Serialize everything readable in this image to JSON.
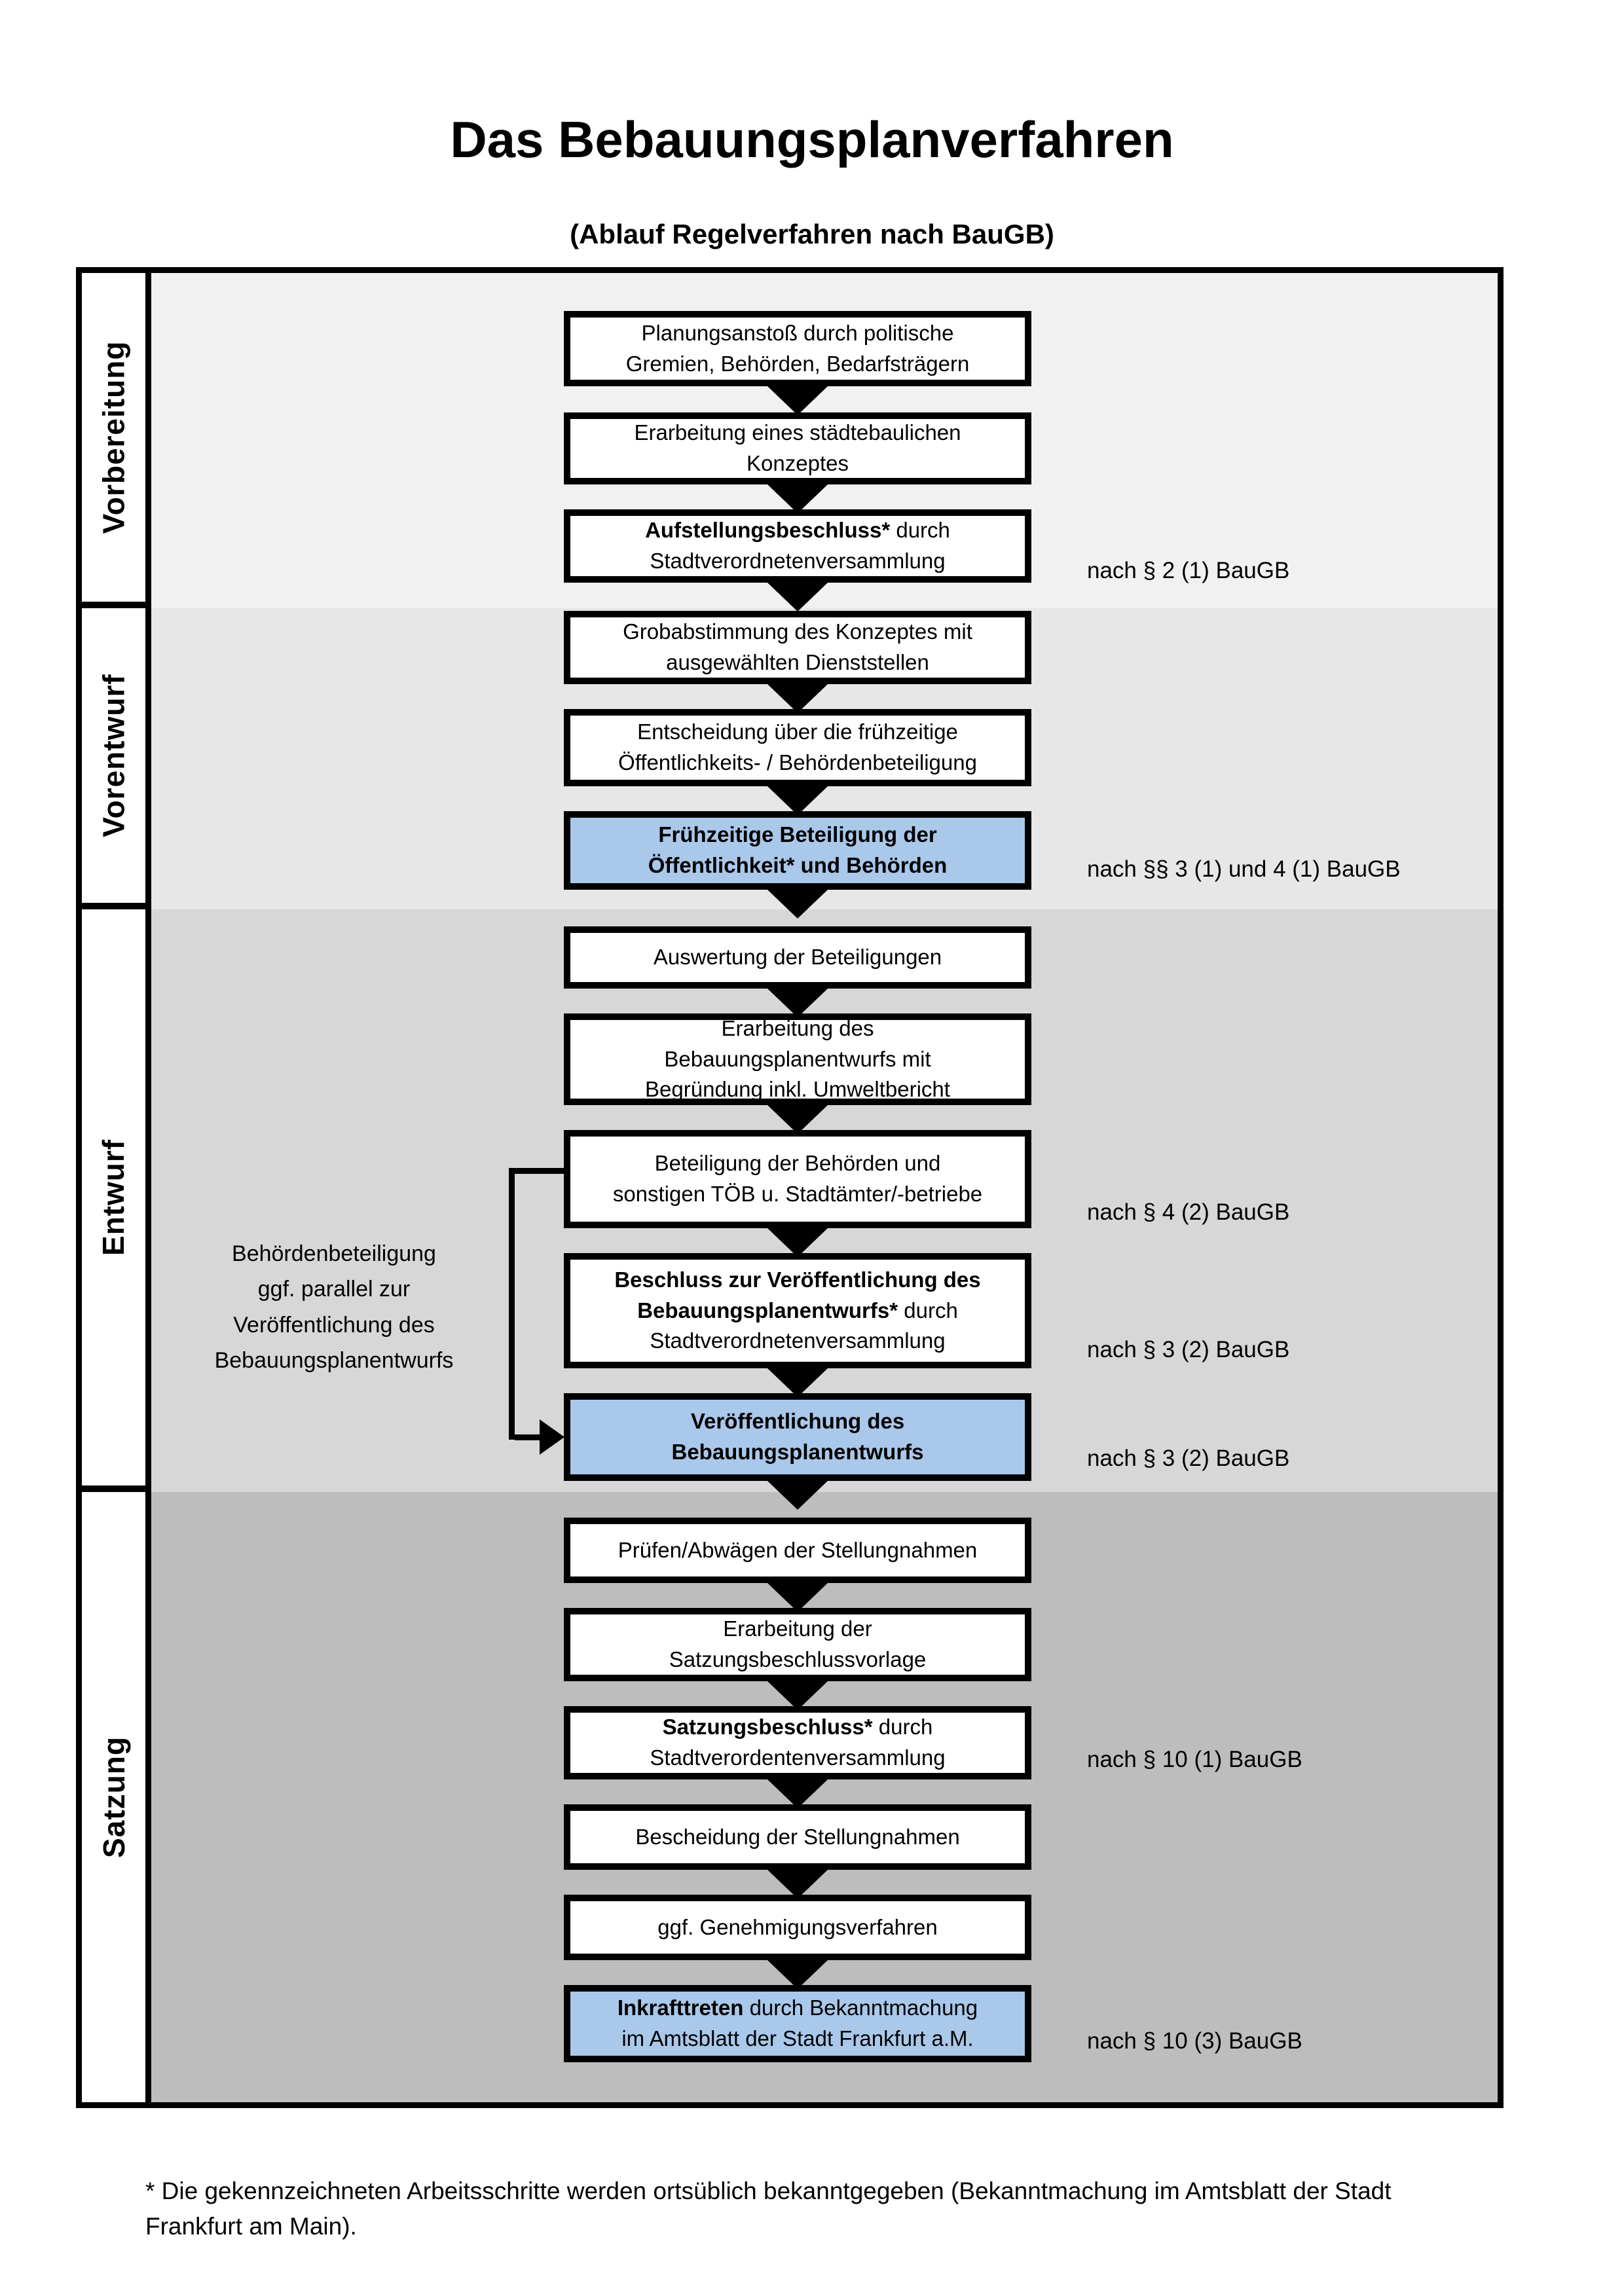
{
  "title": "Das Bebauungsplanverfahren",
  "subtitle": "(Ablauf Regelverfahren nach BauGB)",
  "colors": {
    "highlight_blue": "#a9c8ea",
    "section_bg_vorbereitung": "#f1f1f1",
    "section_bg_vorentwurf": "#e7e7e7",
    "section_bg_entwurf": "#d7d7d7",
    "section_bg_satzung": "#bdbdbd",
    "border": "#000000"
  },
  "icons": {
    "flow_arrow": "arrow-down",
    "connector_arrow": "arrow-right"
  },
  "sections": [
    {
      "label": "Vorbereitung"
    },
    {
      "label": "Vorentwurf"
    },
    {
      "label": "Entwurf"
    },
    {
      "label": "Satzung"
    }
  ],
  "boxes": [
    {
      "name": "planungsanstoss",
      "section": "Vorbereitung",
      "highlighted": false,
      "lines": [
        [
          {
            "text": "Planungsanstoß durch politische",
            "bold": false
          }
        ],
        [
          {
            "text": "Gremien, Behörden, Bedarfsträgern",
            "bold": false
          }
        ]
      ]
    },
    {
      "name": "staedtebauliches-konzept",
      "section": "Vorbereitung",
      "highlighted": false,
      "lines": [
        [
          {
            "text": "Erarbeitung eines städtebaulichen",
            "bold": false
          }
        ],
        [
          {
            "text": "Konzeptes",
            "bold": false
          }
        ]
      ]
    },
    {
      "name": "aufstellungsbeschluss",
      "section": "Vorbereitung",
      "highlighted": false,
      "lines": [
        [
          {
            "text": "Aufstellungsbeschluss*",
            "bold": true
          },
          {
            "text": " durch",
            "bold": false
          }
        ],
        [
          {
            "text": "Stadtverordnetenversammlung",
            "bold": false
          }
        ]
      ]
    },
    {
      "name": "grobabstimmung",
      "section": "Vorentwurf",
      "highlighted": false,
      "lines": [
        [
          {
            "text": "Grobabstimmung des Konzeptes mit",
            "bold": false
          }
        ],
        [
          {
            "text": "ausgewählten Dienststellen",
            "bold": false
          }
        ]
      ]
    },
    {
      "name": "entscheidung-fruehzeitige-beteiligung",
      "section": "Vorentwurf",
      "highlighted": false,
      "lines": [
        [
          {
            "text": "Entscheidung über die frühzeitige",
            "bold": false
          }
        ],
        [
          {
            "text": "Öffentlichkeits- / Behördenbeteiligung",
            "bold": false
          }
        ]
      ]
    },
    {
      "name": "fruehzeitige-beteiligung",
      "section": "Vorentwurf",
      "highlighted": true,
      "lines": [
        [
          {
            "text": "Frühzeitige Beteiligung der",
            "bold": true
          }
        ],
        [
          {
            "text": "Öffentlichkeit* und Behörden",
            "bold": true
          }
        ]
      ]
    },
    {
      "name": "auswertung-beteiligungen",
      "section": "Entwurf",
      "highlighted": false,
      "lines": [
        [
          {
            "text": "Auswertung der Beteiligungen",
            "bold": false
          }
        ]
      ]
    },
    {
      "name": "erarbeitung-bebauungsplanentwurf",
      "section": "Entwurf",
      "highlighted": false,
      "lines": [
        [
          {
            "text": "Erarbeitung des",
            "bold": false
          }
        ],
        [
          {
            "text": "Bebauungsplanentwurfs mit",
            "bold": false
          }
        ],
        [
          {
            "text": "Begründung inkl. Umweltbericht",
            "bold": false
          }
        ]
      ]
    },
    {
      "name": "beteiligung-behoerden-toeb",
      "section": "Entwurf",
      "highlighted": false,
      "lines": [
        [
          {
            "text": "Beteiligung der Behörden und",
            "bold": false
          }
        ],
        [
          {
            "text": "sonstigen TÖB u. Stadtämter/-betriebe",
            "bold": false
          }
        ]
      ]
    },
    {
      "name": "beschluss-veroeffentlichung",
      "section": "Entwurf",
      "highlighted": false,
      "lines": [
        [
          {
            "text": "Beschluss zur Veröffentlichung des",
            "bold": true
          }
        ],
        [
          {
            "text": "Bebauungsplanentwurfs*",
            "bold": true
          },
          {
            "text": " durch",
            "bold": false
          }
        ],
        [
          {
            "text": "Stadtverordnetenversammlung",
            "bold": false
          }
        ]
      ]
    },
    {
      "name": "veroeffentlichung-bebauungsplanentwurf",
      "section": "Entwurf",
      "highlighted": true,
      "lines": [
        [
          {
            "text": "Veröffentlichung des",
            "bold": true
          }
        ],
        [
          {
            "text": "Bebauungsplanentwurfs",
            "bold": true
          }
        ]
      ]
    },
    {
      "name": "pruefen-abwaegen-stellungnahmen",
      "section": "Satzung",
      "highlighted": false,
      "lines": [
        [
          {
            "text": "Prüfen/Abwägen der Stellungnahmen",
            "bold": false
          }
        ]
      ]
    },
    {
      "name": "erarbeitung-satzungsbeschlussvorlage",
      "section": "Satzung",
      "highlighted": false,
      "lines": [
        [
          {
            "text": "Erarbeitung der",
            "bold": false
          }
        ],
        [
          {
            "text": "Satzungsbeschlussvorlage",
            "bold": false
          }
        ]
      ]
    },
    {
      "name": "satzungsbeschluss",
      "section": "Satzung",
      "highlighted": false,
      "lines": [
        [
          {
            "text": "Satzungsbeschluss*",
            "bold": true
          },
          {
            "text": " durch",
            "bold": false
          }
        ],
        [
          {
            "text": "Stadtverordentenversammlung",
            "bold": false
          }
        ]
      ]
    },
    {
      "name": "bescheidung-stellungnahmen",
      "section": "Satzung",
      "highlighted": false,
      "lines": [
        [
          {
            "text": "Bescheidung der Stellungnahmen",
            "bold": false
          }
        ]
      ]
    },
    {
      "name": "genehmigungsverfahren",
      "section": "Satzung",
      "highlighted": false,
      "lines": [
        [
          {
            "text": "ggf. Genehmigungsverfahren",
            "bold": false
          }
        ]
      ]
    },
    {
      "name": "inkrafttreten",
      "section": "Satzung",
      "highlighted": true,
      "lines": [
        [
          {
            "text": "Inkrafttreten",
            "bold": true
          },
          {
            "text": " durch Bekanntmachung",
            "bold": false
          }
        ],
        [
          {
            "text": "im Amtsblatt der Stadt Frankfurt a.M.",
            "bold": false
          }
        ]
      ]
    }
  ],
  "annotations": [
    {
      "text": "nach § 2 (1) BauGB"
    },
    {
      "text": "nach §§ 3 (1) und 4 (1) BauGB"
    },
    {
      "text": "nach § 4 (2) BauGB"
    },
    {
      "text": "nach § 3 (2) BauGB"
    },
    {
      "text": "nach § 3 (2) BauGB"
    },
    {
      "text": "nach § 10 (1) BauGB"
    },
    {
      "text": "nach § 10 (3) BauGB"
    }
  ],
  "side_note": {
    "lines": [
      "Behördenbeteiligung",
      "ggf. parallel zur",
      "Veröffentlichung des",
      "Bebauungsplanentwurfs"
    ]
  },
  "footnote": {
    "lines": [
      "* Die gekennzeichneten Arbeitsschritte werden ortsüblich bekanntgegeben (Bekanntmachung im Amtsblatt  der Stadt",
      "Frankfurt am Main)."
    ]
  }
}
